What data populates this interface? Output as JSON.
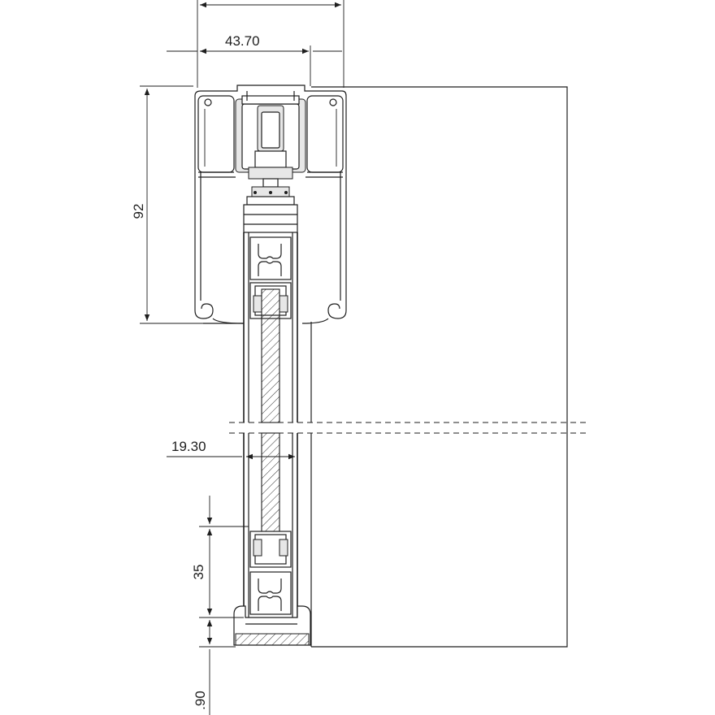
{
  "drawing": {
    "dimensions": {
      "rail_width": "43.70",
      "rail_height": "92",
      "panel_thickness": "19.30",
      "bottom_rail": "35",
      "bottom_gap": ".90"
    }
  }
}
